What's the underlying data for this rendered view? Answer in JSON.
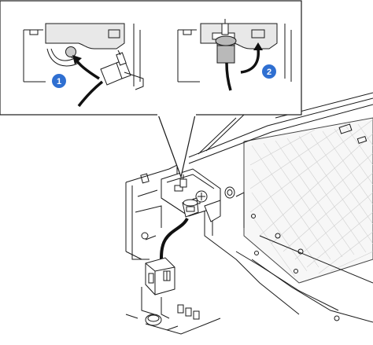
{
  "callout": {
    "steps": [
      {
        "number": "1",
        "direction": "insert-diagonal"
      },
      {
        "number": "2",
        "direction": "rotate-up"
      }
    ]
  },
  "colors": {
    "step_badge": "#2f6fd1",
    "line": "#1a1a1a",
    "cable": "#111111",
    "panel_fill": "#e8e8e8",
    "background": "#ffffff"
  }
}
